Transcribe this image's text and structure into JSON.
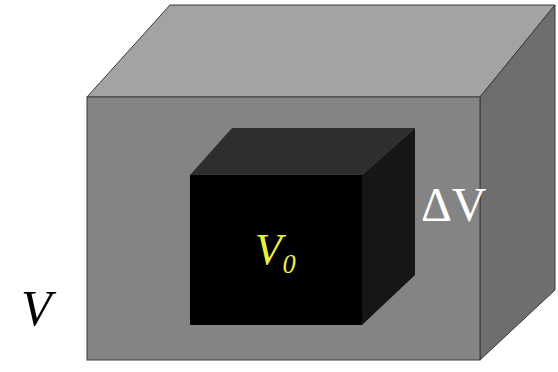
{
  "diagram": {
    "nodes": [
      {
        "text": [
          "V",
          "ΔV"
        ]
      },
      {
        "text": [
          "V₀"
        ],
        "in": 0
      }
    ]
  }
}
